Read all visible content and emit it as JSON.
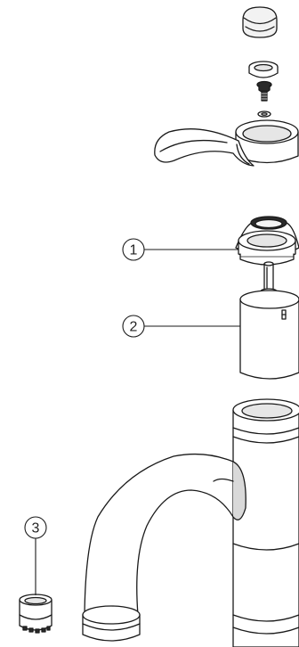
{
  "callouts": [
    {
      "label": "1"
    },
    {
      "label": "2"
    },
    {
      "label": "3"
    }
  ],
  "colors": {
    "line": "#1a1a1a",
    "fill": "#ffffff",
    "shade": "#d9d9d9",
    "dark": "#2b2b2b"
  }
}
